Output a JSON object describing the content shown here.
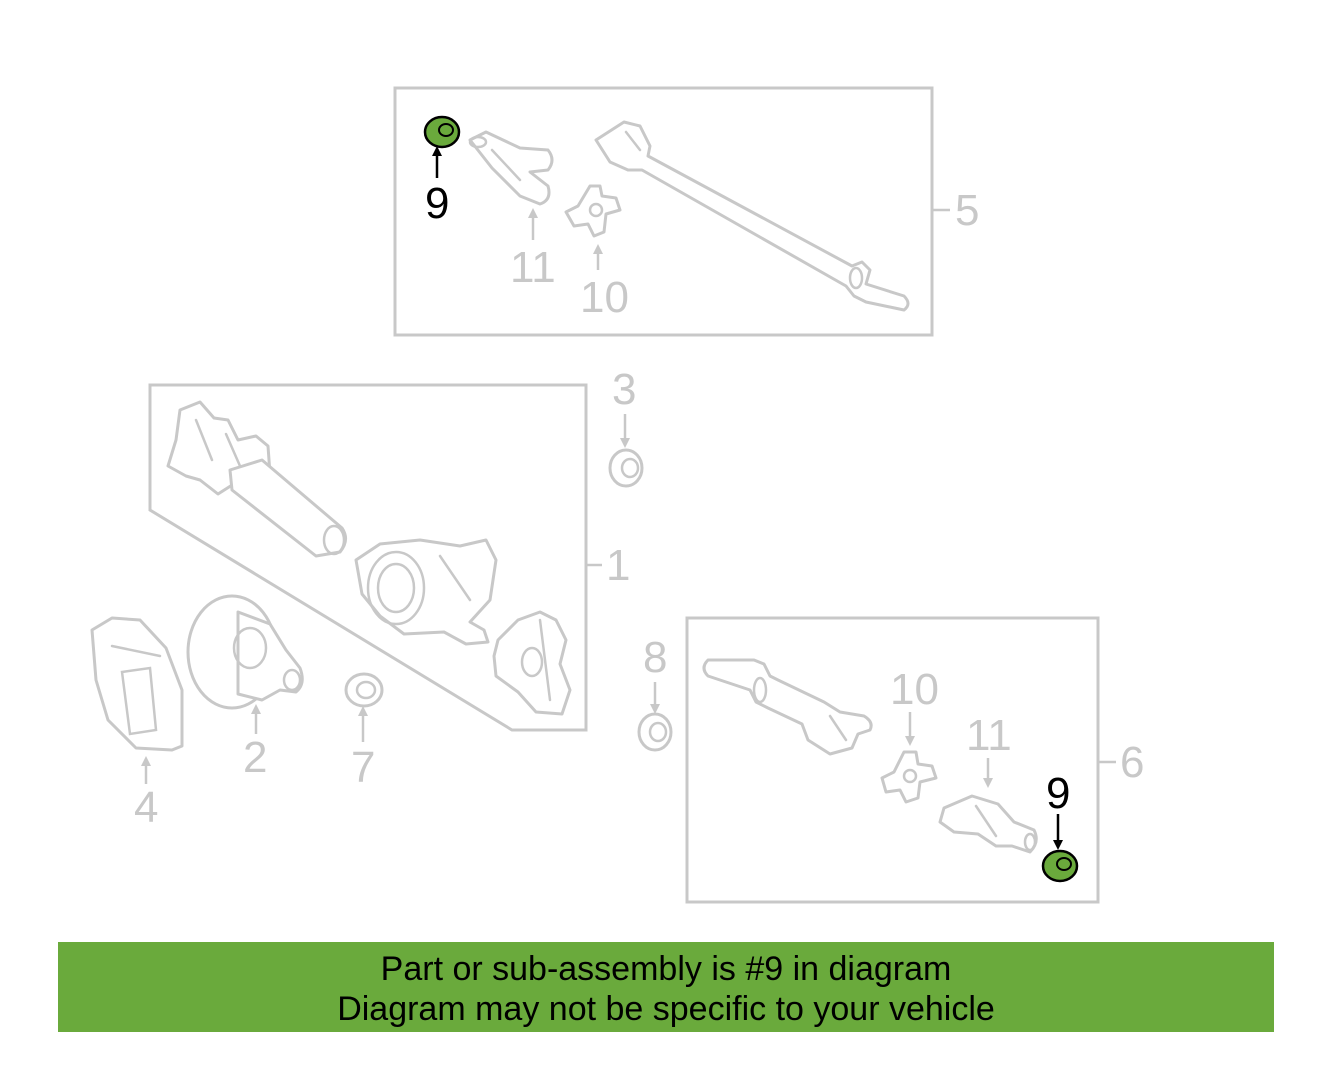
{
  "highlight": {
    "part_number": "9",
    "color": "#6aaa3c"
  },
  "colors": {
    "line": "#c8c8c8",
    "highlight_text": "#000000",
    "banner_bg": "#6aaa3c"
  },
  "callouts": {
    "c1": "1",
    "c2": "2",
    "c3": "3",
    "c4": "4",
    "c5": "5",
    "c6": "6",
    "c7": "7",
    "c8": "8",
    "c9_top": "9",
    "c9_bottom": "9",
    "c10_top": "10",
    "c10_bottom": "10",
    "c11_top": "11",
    "c11_bottom": "11"
  },
  "banner": {
    "line1": "Part or sub-assembly is #9 in diagram",
    "line2": "Diagram may not be specific to your vehicle"
  }
}
